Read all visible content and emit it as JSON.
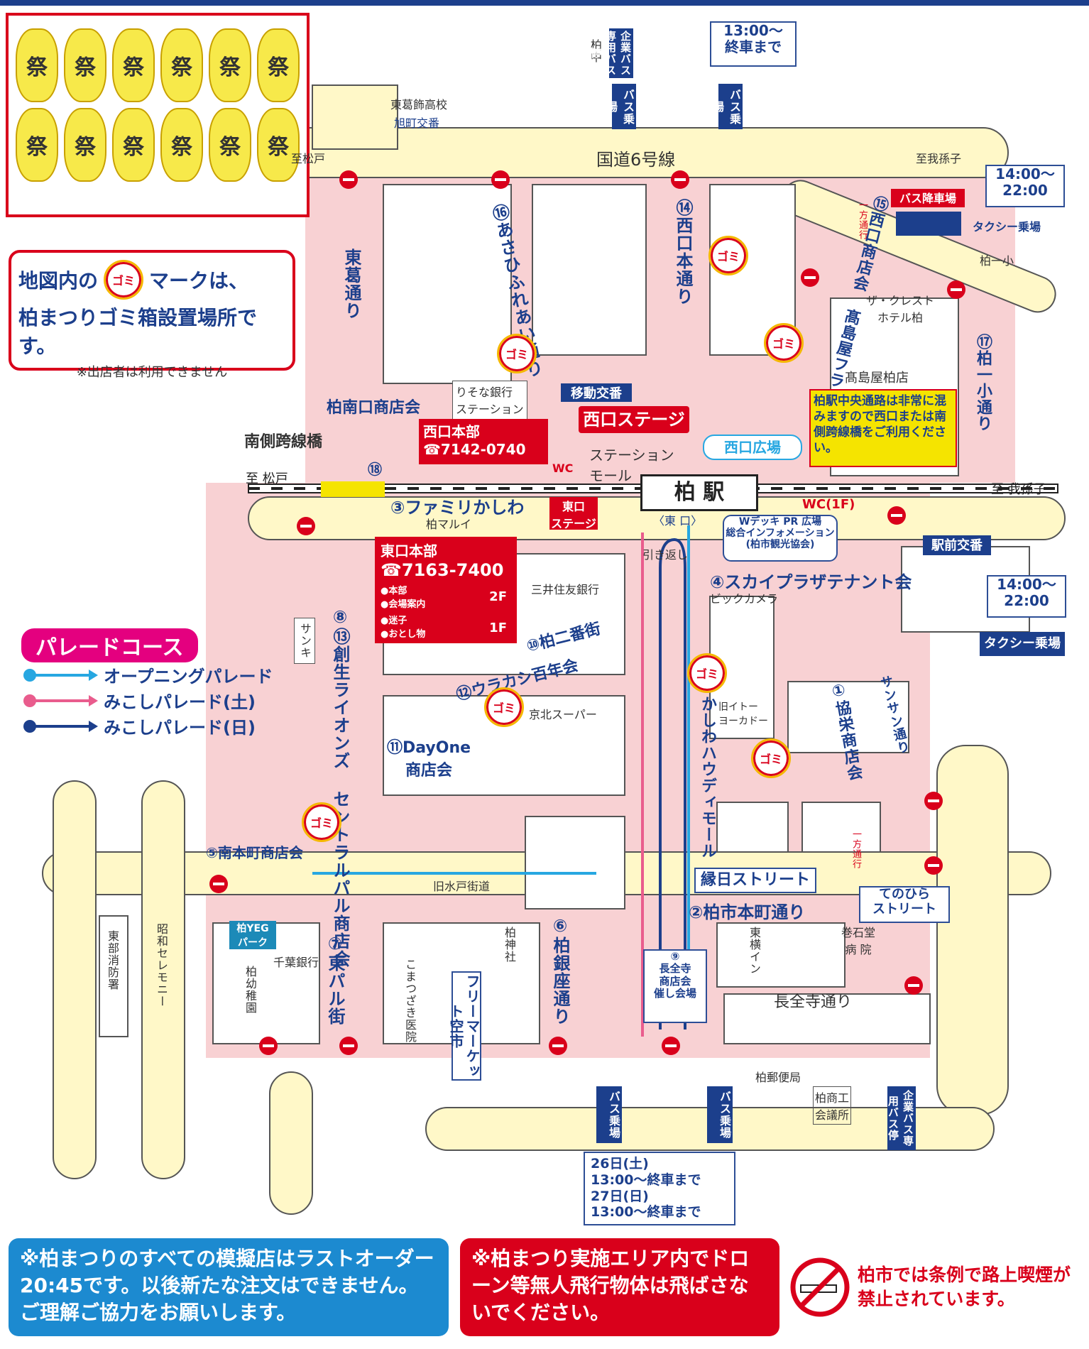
{
  "lanterns": "祭",
  "top_box_time": "13:00〜\n終車まで",
  "kashiwa_chu": "柏中",
  "corp_bus_stop_top": "企業バス専用バス停",
  "bus_stop_a": "バス乗場",
  "bus_stop_b": "バス乗場",
  "school": "東葛飾高校",
  "asahi_koban": "旭町交番",
  "route6": "国道6号線",
  "to_matsudo_top": "至松戸",
  "to_abiko_top": "至我孫子",
  "time_1400_a": "14:00〜\n22:00",
  "bus_drop_off": "バス降車場",
  "taxi_stand_top": "タクシー乗場",
  "kashiwa_ichisho": "柏一小",
  "hotel": "ザ・クレスト\nホテル柏",
  "takashimaya": "髙島屋柏店",
  "notice_crowd": "柏駅中央通路は非常に混みますので西口または南側跨線橋をご利用ください。",
  "west_plaza": "西口広場",
  "station_mall_w": "ステーション\nモール",
  "kashiwa_station": "柏 駅",
  "east_exit": "〈東 口〉",
  "to_matsudo": "至 松戸",
  "to_abiko": "至 我孫子",
  "gomi_text": "ゴミ",
  "gomi_notice_1": "地図内の",
  "gomi_notice_2": "マークは、",
  "gomi_notice_3": "柏まつりゴミ箱設置場所です。",
  "gomi_notice_4": "※出店者は利用できません",
  "streets": {
    "higashikatsu": "東葛通り",
    "asahi": "⑯あさひふれあい通り",
    "nishiguchi_hondori": "⑭西口本通り",
    "takashimaya_flower": "⑮西口商店会 髙島屋フラワー通り",
    "ichisho": "⑰柏一小通り",
    "minamiguchi": "柏南口商店会",
    "south_bridge": "南側跨線橋",
    "n18": "⑱",
    "family": "③ファミリかしわ",
    "marui": "柏マルイ",
    "central_pal": "⑧⑬創生ライオンズ セントラルパル商店会",
    "nibangai": "⑩柏二番街",
    "urakashi": "⑫ウラカシ百年会",
    "dayone": "⑪DayOne\n商店会",
    "sky_plaza": "④スカイプラザテナント会",
    "bic": "ビックカメラ",
    "mitsui": "三井住友銀行",
    "keihoku": "京北スーパー",
    "old_ito": "旧イトー\nヨーカドー",
    "kyoei": "①協栄商店会",
    "sunsan": "サンサン通り",
    "howdy": "かしわハウディモール",
    "ennichi": "縁日ストリート",
    "honmachi": "②柏市本町通り",
    "teno": "てのひら\nストリート",
    "minami_honmachi": "⑤南本町商店会",
    "mito": "旧水戸街道",
    "ginza": "⑥柏銀座通り",
    "east_pal": "⑦東パル街",
    "chozenji": "長全寺通り",
    "chozenji_hall": "⑨\n長全寺\n商店会\n催し会場",
    "free_market": "フリーマーケット空市",
    "hikikaeshi": "引き返し",
    "oneway_1": "一方通行",
    "oneway_2": "一方通行",
    "sanki": "サンキ"
  },
  "places": {
    "resona": "りそな銀行\nステーション\nモール",
    "idou_koban": "移動交番",
    "nishi_stage": "西口ステージ",
    "nishi_honbu": "西口本部\n☎7142-0740",
    "wc": "WC",
    "wc1f": "WC(1F)",
    "higashi_stage": "東口\nステージ",
    "wdeck": "Wデッキ PR 広場\n総合インフォメーション\n(柏市観光協会)",
    "ekimae_koban": "駅前交番",
    "time_1400_b": "14:00〜\n22:00",
    "taxi_stand": "タクシー乗場",
    "kashiwa_yeg": "柏YEG\nパーク",
    "chiba_bank": "千葉銀行",
    "kashiwa_kindergarten": "柏幼稚園",
    "fire_station": "東部消防署",
    "showa_ceremony": "昭和セレモニー",
    "shrine": "柏神社",
    "komatsuzaki": "こまつざき医院",
    "east_inn": "東横イン",
    "makimodo": "巻石堂\n病 院",
    "post_office": "柏郵便局",
    "chamber": "柏商工\n会議所",
    "corp_bus_stop_bottom": "企業バス専用バス停",
    "bus_c": "バス乗場",
    "bus_d": "バス乗場"
  },
  "east_honbu": {
    "title": "東口本部",
    "tel": "☎7163-7400",
    "items_2f": [
      "●本部",
      "●会場案内"
    ],
    "items_1f": [
      "●迷子",
      "●おとし物"
    ],
    "f2": "2F",
    "f1": "1F"
  },
  "legend": {
    "title": "パレードコース",
    "opening": "オープニングパレード",
    "sat": "みこしパレード(土)",
    "sun": "みこしパレード(日)",
    "color_opening": "#27a7e1",
    "color_sat": "#e95c8d",
    "color_sun": "#1c3f8c"
  },
  "bottom_time": "26日(土)\n13:00〜終車まで\n27日(日)\n13:00〜終車まで",
  "footer": {
    "left": "※柏まつりのすべての模擬店はラストオーダー20:45です。以後新たな注文はできません。ご理解ご協力をお願いします。",
    "middle": "※柏まつり実施エリア内でドローン等無人飛行物体は飛ばさないでください。",
    "right": "柏市では条例で路上喫煙が禁止されています。"
  }
}
